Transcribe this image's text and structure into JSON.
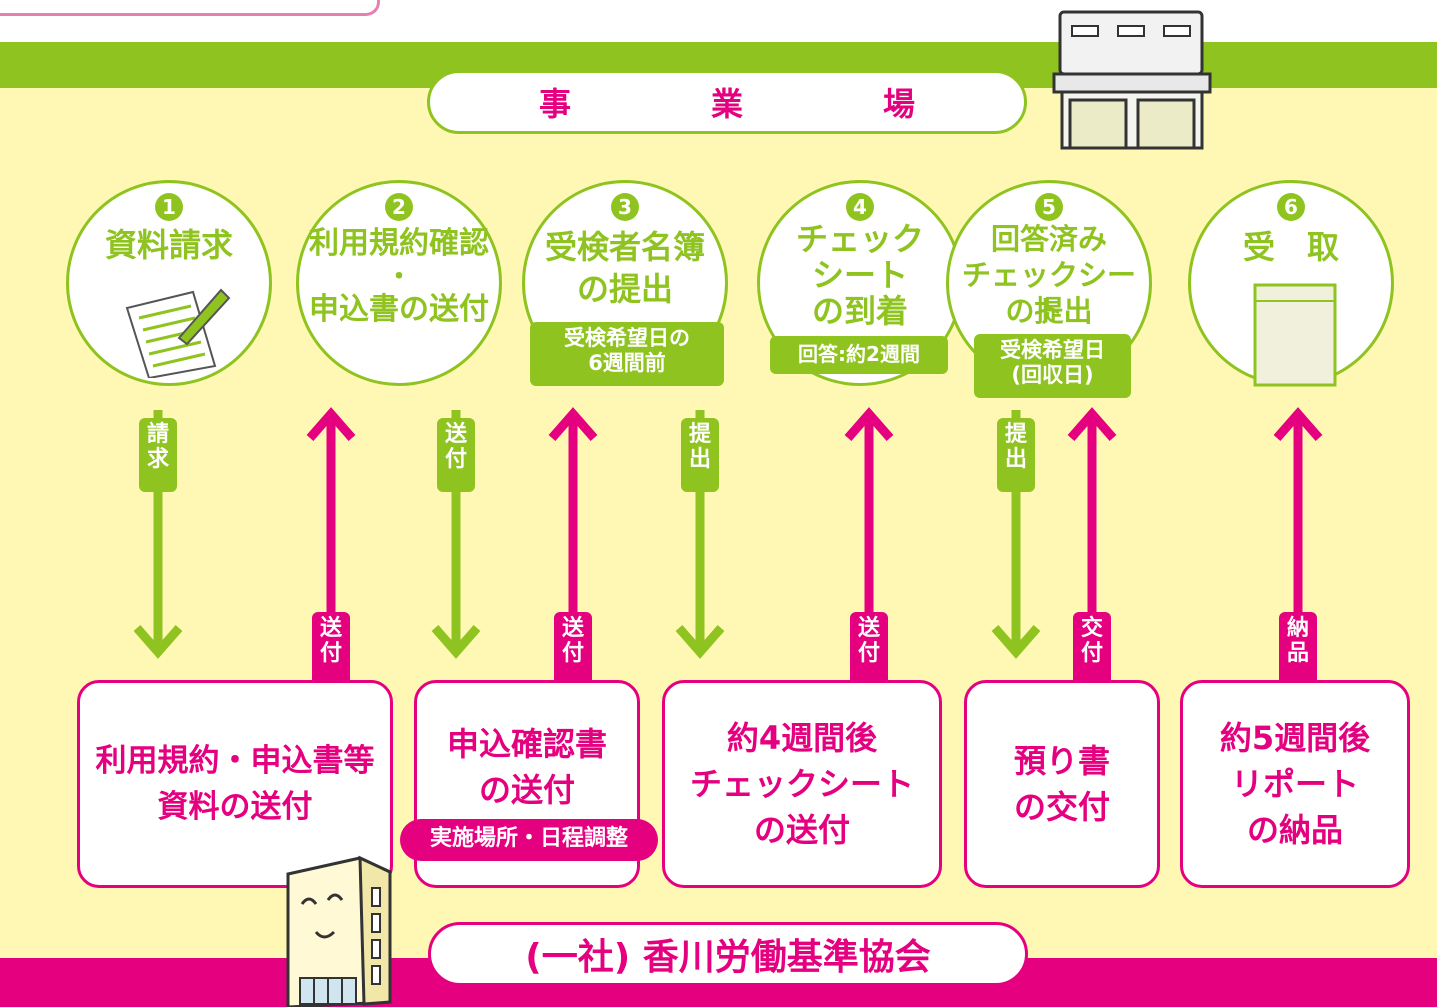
{
  "header": {
    "title_chars": [
      "事",
      "業",
      "場"
    ]
  },
  "footer": {
    "org_name": "(一社) 香川労働基準協会"
  },
  "colors": {
    "green": "#8fc31f",
    "pink": "#e4007f",
    "yellow": "#fff8b4"
  },
  "steps": [
    {
      "num": "1",
      "lines": [
        "資料請求"
      ],
      "icon": "document-pen-icon"
    },
    {
      "num": "2",
      "lines": [
        "利用規約確認",
        "・",
        "申込書の送付"
      ]
    },
    {
      "num": "3",
      "lines": [
        "受検者名簿",
        "の提出"
      ],
      "tag": [
        "受検希望日の",
        "6週間前"
      ]
    },
    {
      "num": "4",
      "lines": [
        "チェック",
        "シート",
        "の到着"
      ],
      "tag": [
        "回答:約2週間"
      ]
    },
    {
      "num": "5",
      "lines": [
        "回答済み",
        "チェックシート",
        "の提出"
      ],
      "tag": [
        "受検希望日",
        "(回収日)"
      ]
    },
    {
      "num": "6",
      "lines": [
        "受　取"
      ],
      "icon": "envelope-icon"
    }
  ],
  "flow_labels": {
    "request": [
      "請",
      "求"
    ],
    "send1": [
      "送",
      "付"
    ],
    "send_down": [
      "送",
      "付"
    ],
    "send2": [
      "送",
      "付"
    ],
    "submit1": [
      "提",
      "出"
    ],
    "send3": [
      "送",
      "付"
    ],
    "submit2": [
      "提",
      "出"
    ],
    "deliver": [
      "交",
      "付"
    ],
    "delivery": [
      "納",
      "品"
    ]
  },
  "boxes": [
    {
      "lines": [
        "利用規約・申込書等",
        "資料の送付"
      ]
    },
    {
      "lines": [
        "申込確認書",
        "の送付"
      ],
      "note": "実施場所・日程調整"
    },
    {
      "lines": [
        "約4週間後",
        "チェックシート",
        "の送付"
      ]
    },
    {
      "lines": [
        "預り書",
        "の交付"
      ]
    },
    {
      "lines": [
        "約5週間後",
        "リポート",
        "の納品"
      ]
    }
  ]
}
